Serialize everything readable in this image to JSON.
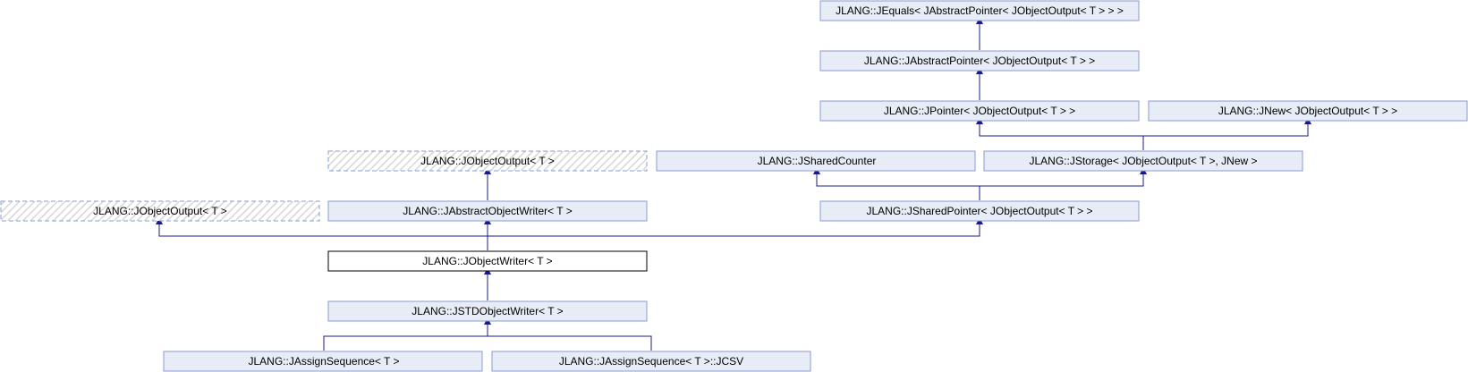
{
  "colors": {
    "node_fill": "#e8ecf6",
    "node_stroke": "#8a9ccf",
    "focus_fill": "#ffffff",
    "focus_stroke": "#000000",
    "edge": "#1a1a8c",
    "hatch": "#d6d6d6"
  },
  "nodes": {
    "jequals": "JLANG::JEquals< JAbstractPointer< JObjectOutput< T > > >",
    "jabstractpointer": "JLANG::JAbstractPointer< JObjectOutput< T > >",
    "jpointer": "JLANG::JPointer< JObjectOutput< T > >",
    "jnew": "JLANG::JNew< JObjectOutput< T > >",
    "jobjectoutput_top": "JLANG::JObjectOutput< T >",
    "jsharedcounter": "JLANG::JSharedCounter",
    "jstorage": "JLANG::JStorage< JObjectOutput< T >, JNew >",
    "jobjectoutput_left": "JLANG::JObjectOutput< T >",
    "jabstractobjectwriter": "JLANG::JAbstractObjectWriter< T >",
    "jsharedpointer": "JLANG::JSharedPointer< JObjectOutput< T > >",
    "jobjectwriter": "JLANG::JObjectWriter< T >",
    "jstdobjectwriter": "JLANG::JSTDObjectWriter< T >",
    "jassignsequence": "JLANG::JAssignSequence< T >",
    "jassignsequence_jcsv": "JLANG::JAssignSequence< T >::JCSV"
  }
}
